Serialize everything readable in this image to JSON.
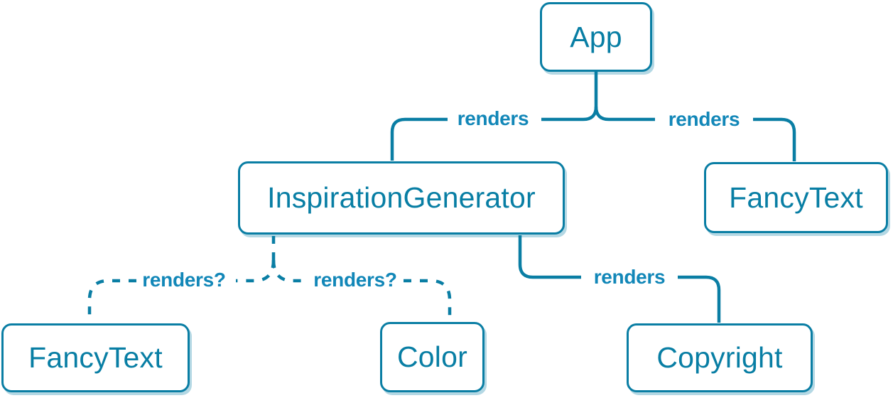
{
  "colors": {
    "accent": "#087ea4",
    "edge_stroke": "#0a7ea4",
    "edge_label_text": "#1287b8",
    "node_border": "#0a7ea4",
    "node_background": "#ffffff",
    "node_text": "#087ea4",
    "background": "#ffffff"
  },
  "nodes": {
    "app": {
      "label": "App"
    },
    "inspiration_generator": {
      "label": "InspirationGenerator"
    },
    "fancy_text_top": {
      "label": "FancyText"
    },
    "fancy_text_bottom": {
      "label": "FancyText"
    },
    "color": {
      "label": "Color"
    },
    "copyright": {
      "label": "Copyright"
    }
  },
  "edges": {
    "app_to_inspiration_generator": {
      "label": "renders",
      "style": "solid"
    },
    "app_to_fancy_text": {
      "label": "renders",
      "style": "solid"
    },
    "inspiration_generator_to_fancy_text": {
      "label": "renders?",
      "style": "dashed"
    },
    "inspiration_generator_to_color": {
      "label": "renders?",
      "style": "dashed"
    },
    "inspiration_generator_to_copyright": {
      "label": "renders",
      "style": "solid"
    }
  }
}
